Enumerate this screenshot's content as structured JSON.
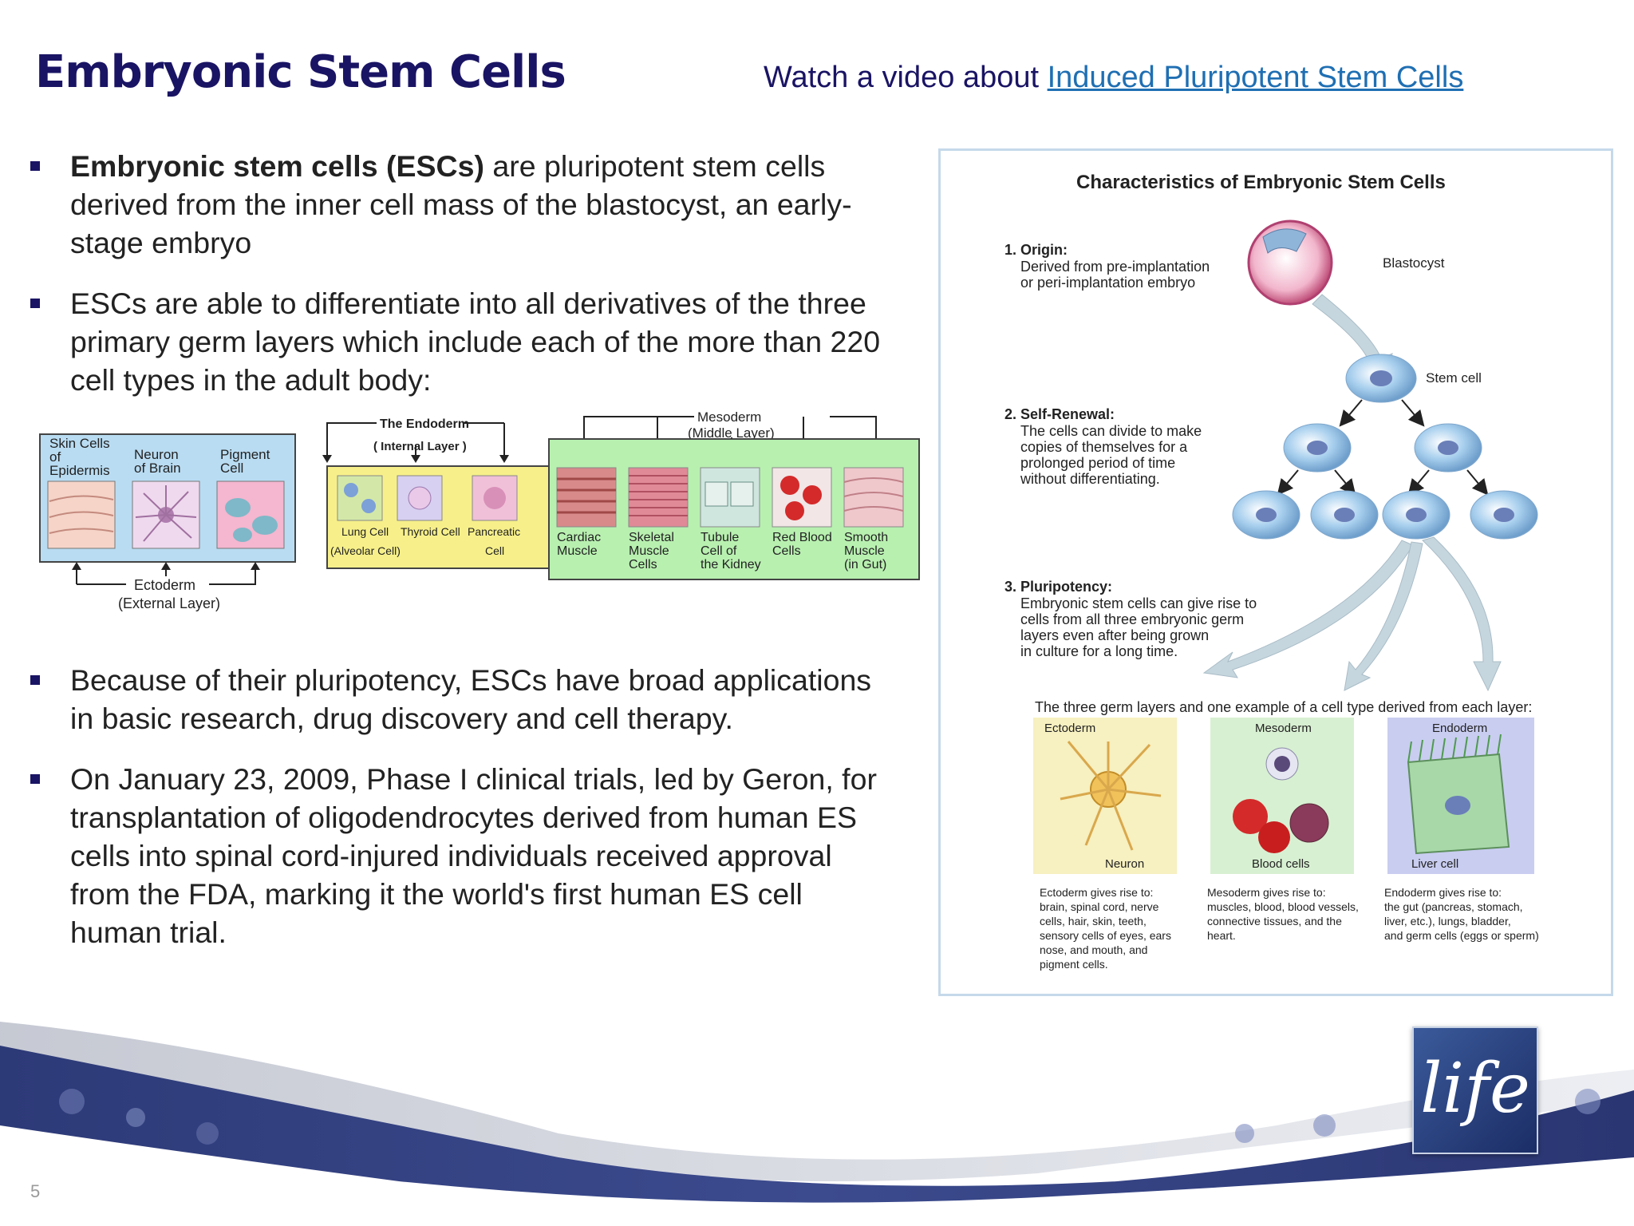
{
  "slide": {
    "title": "Embryonic Stem Cells",
    "video_prefix": "Watch a video about ",
    "video_link": "Induced Pluripotent Stem Cells",
    "page_number": "5",
    "logo_text": "life"
  },
  "bullets_top": [
    {
      "bold": "Embryonic stem cells (ESCs)",
      "text": " are pluripotent stem cells derived from the inner cell mass of the blastocyst, an early-stage embryo"
    },
    {
      "bold": "",
      "text": "ESCs are able to differentiate into all derivatives of the three primary germ layers which include each of the more than 220 cell types in the adult body:"
    }
  ],
  "bullets_bottom": [
    {
      "bold": "",
      "text": "Because of their pluripotency, ESCs have broad applications in basic research, drug discovery and cell therapy."
    },
    {
      "bold": "",
      "text": "On January 23, 2009, Phase I clinical trials, led by Geron, for transplantation of oligodendrocytes derived from human ES cells into spinal cord-injured individuals received approval from the FDA, marking it the world's first human ES cell human trial."
    }
  ],
  "germ_strip": {
    "ectoderm": {
      "label": "Ectoderm",
      "sublabel": "(External Layer)",
      "cells": [
        {
          "line1": "Skin Cells",
          "line2": "of",
          "line3": "Epidermis"
        },
        {
          "line1": "Neuron",
          "line2": "of Brain",
          "line3": ""
        },
        {
          "line1": "Pigment",
          "line2": "Cell",
          "line3": ""
        }
      ]
    },
    "endoderm": {
      "label": "The Endoderm",
      "sublabel": "( Internal Layer )",
      "cells": [
        {
          "line1": "Lung Cell",
          "line2": "(Alveolar Cell)"
        },
        {
          "line1": "Thyroid Cell",
          "line2": ""
        },
        {
          "line1": "Pancreatic",
          "line2": "Cell"
        }
      ]
    },
    "mesoderm": {
      "label": "Mesoderm",
      "sublabel": "(Middle Layer)",
      "cells": [
        {
          "line1": "Cardiac",
          "line2": "Muscle",
          "line3": ""
        },
        {
          "line1": "Skeletal",
          "line2": "Muscle",
          "line3": "Cells"
        },
        {
          "line1": "Tubule",
          "line2": "Cell of",
          "line3": "the Kidney"
        },
        {
          "line1": "Red Blood",
          "line2": "Cells",
          "line3": ""
        },
        {
          "line1": "Smooth",
          "line2": "Muscle",
          "line3": "(in Gut)"
        }
      ]
    },
    "colors": {
      "ectoderm_bg": "#b9dcf2",
      "endoderm_bg": "#f7f08a",
      "mesoderm_bg": "#b8f0b0"
    }
  },
  "figure": {
    "title": "Characteristics of Embryonic Stem Cells",
    "origin": {
      "heading": "1. Origin:",
      "l1": "Derived from pre-implantation",
      "l2": "or peri-implantation embryo"
    },
    "self_renewal": {
      "heading": "2. Self-Renewal:",
      "l1": "The cells can divide to make",
      "l2": "copies of themselves for a",
      "l3": "prolonged period of time",
      "l4": "without differentiating."
    },
    "pluripotency": {
      "heading": "3. Pluripotency:",
      "l1": "Embryonic stem cells can give rise to",
      "l2": "cells from all three embryonic germ",
      "l3": "layers even after being grown",
      "l4": "in culture for a long time."
    },
    "blastocyst_label": "Blastocyst",
    "stem_cell_label": "Stem cell",
    "germ_caption": "The three germ layers and one example of a cell type derived from each layer:",
    "panels": [
      {
        "layer": "Ectoderm",
        "cell": "Neuron",
        "d1": "Ectoderm gives rise to:",
        "d2": "brain, spinal cord, nerve",
        "d3": "cells, hair, skin, teeth,",
        "d4": "sensory cells of eyes, ears",
        "d5": "nose, and mouth, and",
        "d6": "pigment cells."
      },
      {
        "layer": "Mesoderm",
        "cell": "Blood cells",
        "d1": "Mesoderm gives rise to:",
        "d2": "muscles, blood, blood vessels,",
        "d3": "connective tissues, and the",
        "d4": "heart.",
        "d5": "",
        "d6": ""
      },
      {
        "layer": "Endoderm",
        "cell": "Liver cell",
        "d1": "Endoderm gives rise to:",
        "d2": "the gut (pancreas, stomach,",
        "d3": "liver, etc.), lungs, bladder,",
        "d4": "and germ cells (eggs or sperm)",
        "d5": "",
        "d6": ""
      }
    ],
    "colors": {
      "ecto_panel": "#f7f0c0",
      "meso_panel": "#d8f0d2",
      "endo_panel": "#c9cdf0",
      "stem_cell": "#9ec7e8"
    }
  }
}
